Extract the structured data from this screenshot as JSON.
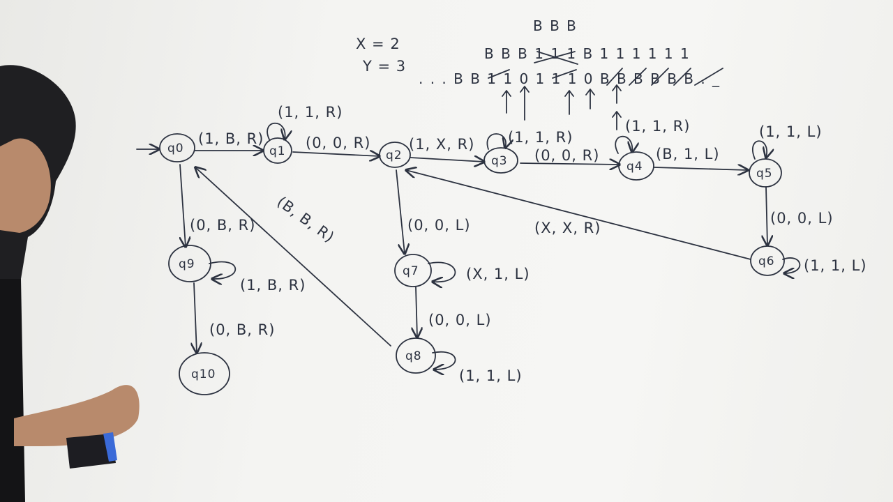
{
  "variables": [
    "X = 2",
    "Y = 3"
  ],
  "tape": {
    "top_row": "B B B",
    "middle_row": "B B B 1 1 1 B 1 1 1 1 1 1",
    "main_row": ". . . B B 1 1 0 1 1 1 0 B B B B B B . _"
  },
  "states": [
    {
      "id": "q0",
      "label": "q0",
      "start": true
    },
    {
      "id": "q1",
      "label": "q1"
    },
    {
      "id": "q2",
      "label": "q2"
    },
    {
      "id": "q3",
      "label": "q3"
    },
    {
      "id": "q4",
      "label": "q4"
    },
    {
      "id": "q5",
      "label": "q5"
    },
    {
      "id": "q6",
      "label": "q6"
    },
    {
      "id": "q7",
      "label": "q7"
    },
    {
      "id": "q8",
      "label": "q8"
    },
    {
      "id": "q9",
      "label": "q9"
    },
    {
      "id": "q10",
      "label": "q10"
    }
  ],
  "transitions": {
    "q0_q1": "(1, B, R)",
    "q1_self": "(1, 1, R)",
    "q1_q2": "(0, 0, R)",
    "q2_q3": "(1, X, R)",
    "q3_self": "(1, 1, R)",
    "q3_q4": "(0, 0, R)",
    "q4_self": "(1, 1, R)",
    "q4_q5": "(B, 1, L)",
    "q5_self": "(1, 1, L)",
    "q5_q6": "(0, 0, L)",
    "q6_self": "(1, 1, L)",
    "q6_q2": "(X, X, R)",
    "q2_q7": "(0, 0, L)",
    "q7_self": "(X, 1, L)",
    "q7_q8": "(0, 0, L)",
    "q8_self": "(1, 1, L)",
    "q8_q0": "(B, B, R)",
    "q0_q9": "(0, B, R)",
    "q9_self": "(1, B, R)",
    "q9_q10": "(0, B, R)"
  }
}
